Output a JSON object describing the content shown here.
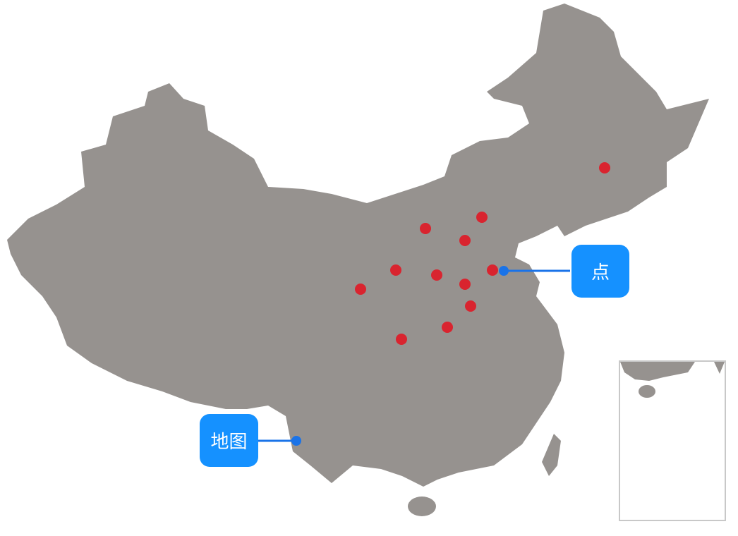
{
  "colors": {
    "land": "#96928f",
    "point": "#d9242f",
    "callout": "#1591ff",
    "leader": "#1a73e8"
  },
  "points": [
    {
      "id": "p1"
    },
    {
      "id": "p2"
    },
    {
      "id": "p3"
    },
    {
      "id": "p4"
    },
    {
      "id": "p5"
    },
    {
      "id": "p6"
    },
    {
      "id": "p7"
    },
    {
      "id": "p8"
    },
    {
      "id": "p9"
    },
    {
      "id": "p10"
    },
    {
      "id": "p11"
    },
    {
      "id": "p12"
    }
  ],
  "callouts": {
    "point_label": "点",
    "map_label": "地图"
  }
}
